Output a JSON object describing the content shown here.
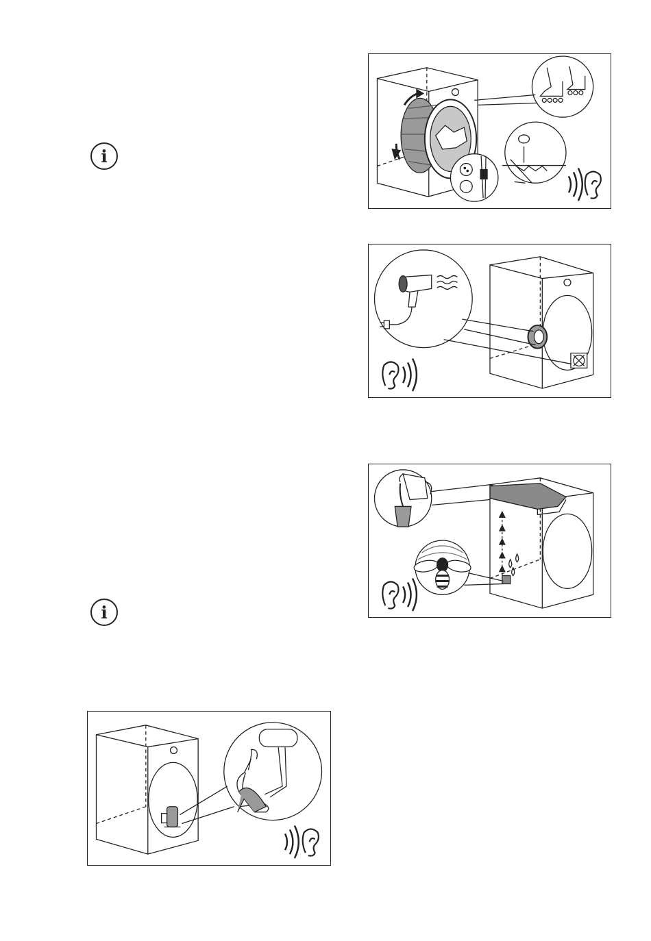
{
  "page": {
    "background": "#ffffff",
    "line_color": "#222222",
    "shade_color": "#9a9a9a"
  },
  "info_icons": [
    {
      "name": "info-icon",
      "glyph": "i"
    },
    {
      "name": "info-icon",
      "glyph": "i"
    }
  ],
  "illustrations": [
    {
      "name": "drum-rotation-noise",
      "icons": [
        "dryer-icon",
        "drum-icon",
        "rotation-arrows-icon",
        "rollerblades-icon",
        "buttons-zipper-icon",
        "coin-icon",
        "sound-waves-icon",
        "ear-icon"
      ]
    },
    {
      "name": "fan-noise",
      "icons": [
        "hair-dryer-icon",
        "fan-wheel-icon",
        "fan-grille-icon",
        "ear-icon",
        "sound-waves-icon",
        "dryer-icon"
      ]
    },
    {
      "name": "water-pump-noise",
      "icons": [
        "jug-pouring-icon",
        "glass-icon",
        "water-container-icon",
        "upward-arrows-icon",
        "water-drops-icon",
        "bee-icon",
        "pump-icon",
        "ear-icon",
        "sound-waves-icon",
        "dryer-icon"
      ]
    },
    {
      "name": "compressor-noise",
      "icons": [
        "dryer-icon",
        "compressor-icon",
        "cat-purring-icon",
        "speech-bubble-icon",
        "sound-waves-icon",
        "ear-icon"
      ]
    }
  ],
  "speech_bubble": {
    "text": ""
  }
}
